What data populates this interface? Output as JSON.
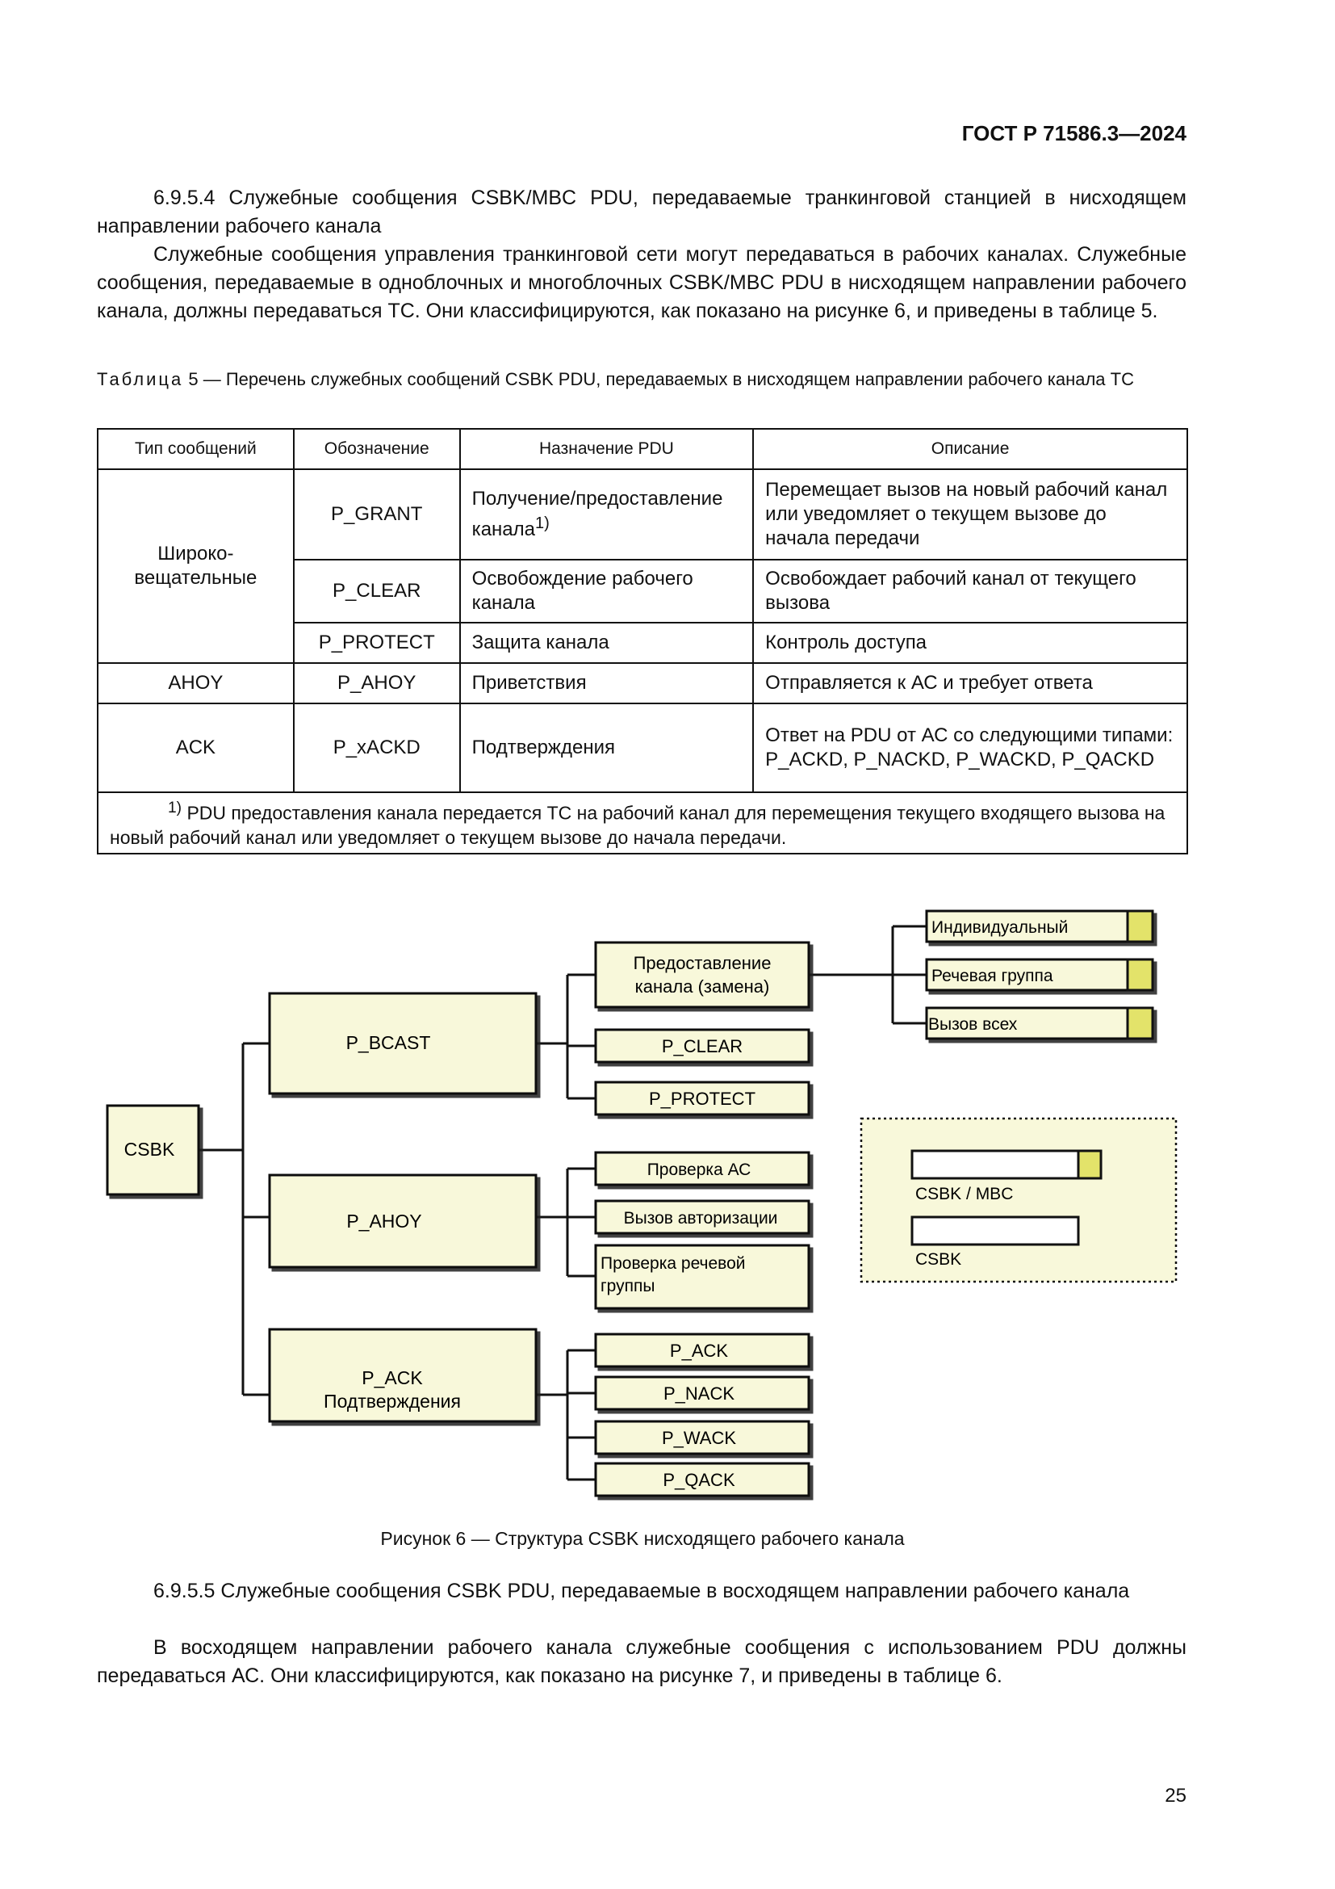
{
  "header": {
    "code": "ГОСТ Р 71586.3—2024"
  },
  "section_6954": {
    "title": "6.9.5.4 Служебные сообщения CSBK/MBC PDU, передаваемые транкинговой станцией в нисходящем направлении рабочего канала",
    "body": "Служебные сообщения управления транкинговой сети могут передаваться в рабочих каналах. Служебные сообщения, передаваемые в одноблочных и многоблочных CSBK/MBC PDU в нисходящем направлении рабочего канала, должны передаваться ТС. Они классифицируются, как показано на рисунке 6, и приведены в таблице 5."
  },
  "table5": {
    "caption_label": "Таблица",
    "caption_text": "5 — Перечень служебных сообщений CSBK PDU, передаваемых в нисходящем направлении рабочего канала ТС",
    "headers": [
      "Тип сообщений",
      "Обозначение",
      "Назначение PDU",
      "Описание"
    ],
    "group_broadcast": "Широко-вещательные",
    "rows": [
      {
        "name": "P_GRANT",
        "purpose": "Получение/предоставление канала",
        "purpose_note": "1)",
        "desc": "Перемещает вызов на новый рабочий канал или уведомляет о текущем вызове до начала передачи"
      },
      {
        "name": "P_CLEAR",
        "purpose": "Освобождение рабочего канала",
        "desc": "Освобождает рабочий канал от текущего вызова"
      },
      {
        "name": "P_PROTECT",
        "purpose": "Защита канала",
        "desc": "Контроль доступа"
      },
      {
        "type": "AHOY",
        "name": "P_AHOY",
        "purpose": "Приветствия",
        "desc": "Отправляется к АС и требует ответа"
      },
      {
        "type": "ACK",
        "name": "P_xACKD",
        "purpose": "Подтверждения",
        "desc": "Ответ на PDU от АС со следующими типами: P_ACKD, P_NACKD, P_WACKD, P_QACKD"
      }
    ],
    "footnote_mark": "1)",
    "footnote": "PDU предоставления канала передается ТС на рабочий канал для перемещения текущего входящего вызова на новый рабочий канал или уведомляет о текущем вызове до начала передачи."
  },
  "figure6": {
    "root": "CSBK",
    "bcast": "P_BCAST",
    "grant_line1": "Предоставление",
    "grant_line2": "канала (замена)",
    "grant_children": [
      "Индивидуальный",
      "Речевая группа",
      "Вызов всех"
    ],
    "clear": "P_CLEAR",
    "protect": "P_PROTECT",
    "ahoy": "P_AHOY",
    "ahoy_children": [
      "Проверка АС",
      "Вызов авторизации"
    ],
    "ahoy_last_line1": "Проверка речевой",
    "ahoy_last_line2": "группы",
    "ack_line1": "P_ACK",
    "ack_line2": "Подтверждения",
    "ack_children": [
      "P_ACK",
      "P_NACK",
      "P_WACK",
      "P_QACK"
    ],
    "legend_mbc": "CSBK / MBC",
    "legend_csbk": "CSBK",
    "box_fill": "#f8f8da",
    "accent_fill": "#e3e36a",
    "caption": "Рисунок 6 — Структура CSBK нисходящего рабочего канала"
  },
  "section_6955": {
    "title": "6.9.5.5 Служебные сообщения CSBK PDU, передаваемые в восходящем направлении рабочего канала",
    "body": "В восходящем направлении рабочего канала служебные сообщения с использованием PDU должны передаваться АС. Они классифицируются, как показано на рисунке 7, и приведены в таблице 6."
  },
  "page_number": "25"
}
